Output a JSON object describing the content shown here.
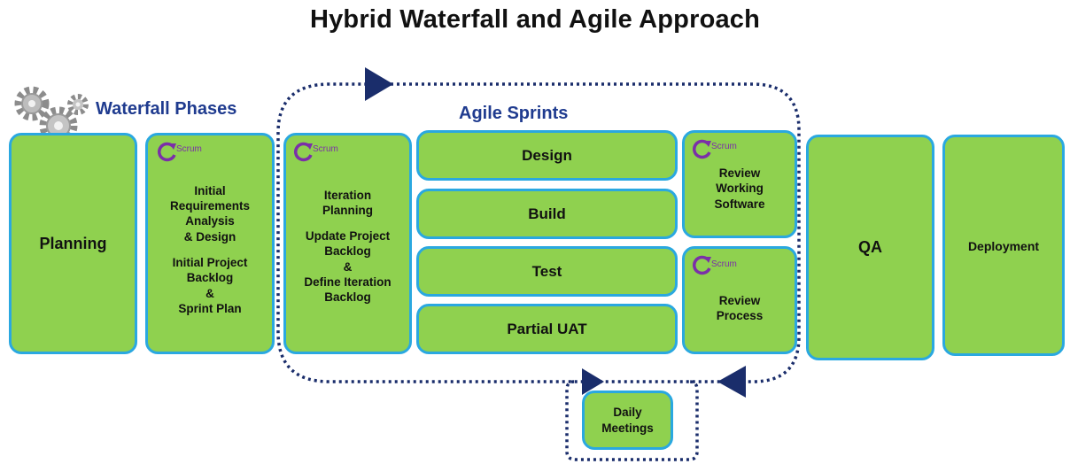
{
  "title": "Hybrid Waterfall and Agile Approach",
  "waterfall_label": "Waterfall Phases",
  "agile_label": "Agile Sprints",
  "scrum_tag": "Scrum",
  "planning": "Planning",
  "initial": {
    "line1": "Initial",
    "line2": "Requirements",
    "line3": "Analysis",
    "line4": "& Design",
    "line5": "Initial Project",
    "line6": "Backlog",
    "line7": "&",
    "line8": "Sprint Plan"
  },
  "iteration": {
    "line1": "Iteration",
    "line2": "Planning",
    "line3": "Update Project",
    "line4": "Backlog",
    "line5": "&",
    "line6": "Define Iteration",
    "line7": "Backlog"
  },
  "design": "Design",
  "build": "Build",
  "test": "Test",
  "partial_uat": "Partial UAT",
  "review_software": {
    "line1": "Review",
    "line2": "Working",
    "line3": "Software"
  },
  "review_process": {
    "line1": "Review",
    "line2": "Process"
  },
  "qa": "QA",
  "deployment": "Deployment",
  "daily": {
    "line1": "Daily",
    "line2": "Meetings"
  },
  "colors": {
    "box_fill": "#8fd14f",
    "box_border": "#2aa8e0",
    "loop": "#1a2d6b",
    "scrum": "#7b2fa8",
    "label": "#1f3b8f"
  },
  "icons": [
    "gears-icon",
    "scrum-cycle-icon",
    "arrow-right-icon",
    "arrow-left-icon"
  ]
}
